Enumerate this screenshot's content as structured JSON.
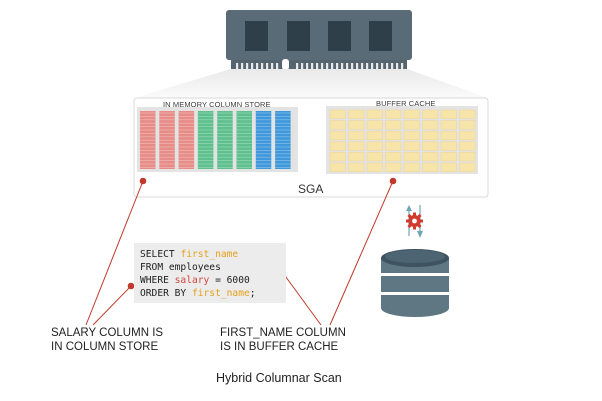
{
  "column_store": {
    "title": "IN MEMORY COLUMN STORE",
    "column_colors": [
      "#e78c87",
      "#e78c87",
      "#e78c87",
      "#5ec08c",
      "#5ec08c",
      "#5ec08c",
      "#3f98db",
      "#3f98db"
    ]
  },
  "buffer_cache": {
    "title": "BUFFER CACHE",
    "block_color": "#f7e4a8"
  },
  "sga": {
    "label": "SGA"
  },
  "sql": {
    "line1_keyword": "SELECT ",
    "line1_column": "first_name",
    "line2": "FROM employees",
    "line3_keyword": "WHERE ",
    "line3_column": "salary",
    "line3_rest": " = 6000",
    "line4_keyword": "ORDER BY ",
    "line4_column": "first_name",
    "line4_end": ";"
  },
  "callouts": {
    "salary_line1": "SALARY COLUMN IS",
    "salary_line2": "IN COLUMN STORE",
    "first_name_line1": "FIRST_NAME COLUMN",
    "first_name_line2": "IS IN BUFFER CACHE"
  },
  "caption": "Hybrid Columnar Scan",
  "colors": {
    "memory_chip": "#596a76",
    "accent_red": "#c0392b",
    "disk": "#5f7683",
    "gear": "#d23a2e"
  },
  "icons": [
    "memory-chip-icon",
    "database-disk-icon",
    "gear-icon",
    "sync-arrows-icon"
  ]
}
